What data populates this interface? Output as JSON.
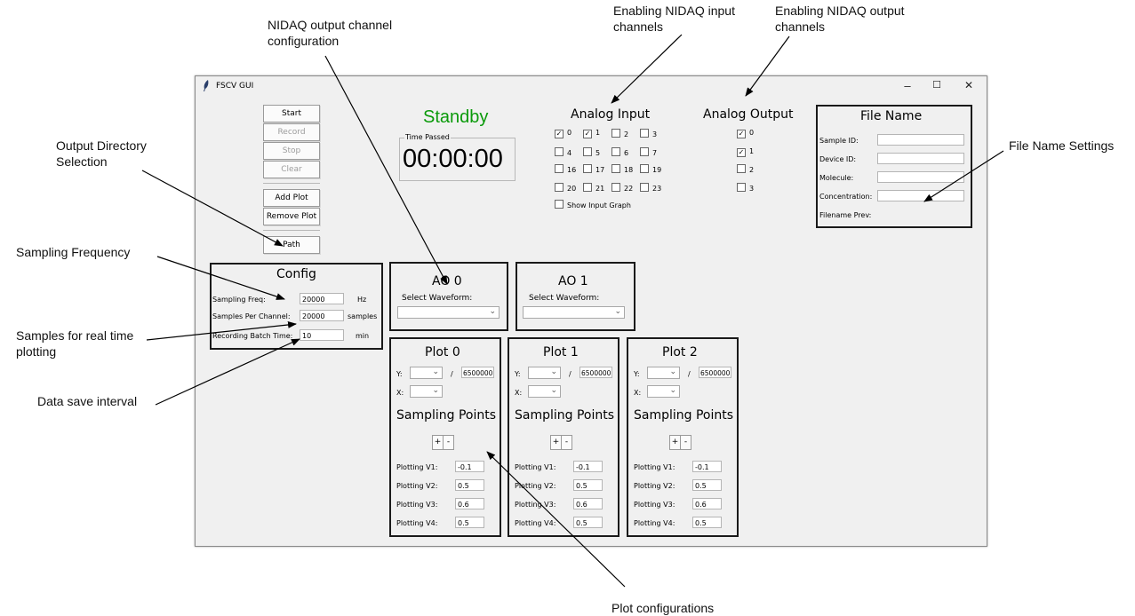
{
  "annotations": {
    "nidaq_output_channel": [
      "NIDAQ output channel",
      "configuration"
    ],
    "enabling_input": [
      "Enabling NIDAQ input",
      "channels"
    ],
    "enabling_output": [
      "Enabling NIDAQ output",
      "channels"
    ],
    "output_directory": [
      "Output Directory",
      "Selection"
    ],
    "file_name_settings": "File Name Settings",
    "sampling_frequency": "Sampling Frequency",
    "samples_realtime": [
      "Samples for real time",
      "plotting"
    ],
    "data_save_interval": "Data save interval",
    "plot_configurations": "Plot configurations"
  },
  "window": {
    "title": "FSCV GUI",
    "controls": {
      "minimize": "–",
      "maximize": "☐",
      "close": "✕"
    }
  },
  "controls": {
    "start": "Start",
    "record": "Record",
    "stop": "Stop",
    "clear": "Clear",
    "add_plot": "Add Plot",
    "remove_plot": "Remove Plot",
    "path": "Path"
  },
  "status": {
    "text": "Standby",
    "color": "#0a9a0a",
    "time_label": "Time Passed",
    "time_value": "00:00:00"
  },
  "analog_input": {
    "title": "Analog Input",
    "channels": [
      {
        "label": "0",
        "checked": true
      },
      {
        "label": "1",
        "checked": true
      },
      {
        "label": "2",
        "checked": false
      },
      {
        "label": "3",
        "checked": false
      },
      {
        "label": "4",
        "checked": false
      },
      {
        "label": "5",
        "checked": false
      },
      {
        "label": "6",
        "checked": false
      },
      {
        "label": "7",
        "checked": false
      },
      {
        "label": "16",
        "checked": false
      },
      {
        "label": "17",
        "checked": false
      },
      {
        "label": "18",
        "checked": false
      },
      {
        "label": "19",
        "checked": false
      },
      {
        "label": "20",
        "checked": false
      },
      {
        "label": "21",
        "checked": false
      },
      {
        "label": "22",
        "checked": false
      },
      {
        "label": "23",
        "checked": false
      }
    ],
    "show_graph": "Show Input Graph"
  },
  "analog_output": {
    "title": "Analog Output",
    "channels": [
      {
        "label": "0",
        "checked": true
      },
      {
        "label": "1",
        "checked": true
      },
      {
        "label": "2",
        "checked": false
      },
      {
        "label": "3",
        "checked": false
      }
    ]
  },
  "file_name": {
    "title": "File Name",
    "sample_id": "Sample ID:",
    "device_id": "Device ID:",
    "molecule": "Molecule:",
    "concentration": "Concentration:",
    "preview": "Filename Prev:"
  },
  "config": {
    "title": "Config",
    "sampling_freq_label": "Sampling Freq:",
    "sampling_freq_value": "20000",
    "sampling_freq_unit": "Hz",
    "samples_per_channel_label": "Samples Per Channel:",
    "samples_per_channel_value": "20000",
    "samples_per_channel_unit": "samples",
    "batch_time_label": "Recording Batch Time:",
    "batch_time_value": "10",
    "batch_time_unit": "min"
  },
  "ao": [
    {
      "title": "AO 0",
      "select_label": "Select Waveform:"
    },
    {
      "title": "AO 1",
      "select_label": "Select Waveform:"
    }
  ],
  "plots": [
    {
      "title": "Plot 0",
      "y_label": "Y:",
      "x_label": "X:",
      "slash": "/",
      "y_max": "6500000",
      "sp_title": "Sampling Points",
      "plus": "+",
      "minus": "-",
      "v_labels": [
        "Plotting V1:",
        "Plotting V2:",
        "Plotting V3:",
        "Plotting V4:"
      ],
      "v_values": [
        "-0.1",
        "0.5",
        "0.6",
        "0.5"
      ]
    },
    {
      "title": "Plot 1",
      "y_label": "Y:",
      "x_label": "X:",
      "slash": "/",
      "y_max": "6500000",
      "sp_title": "Sampling Points",
      "plus": "+",
      "minus": "-",
      "v_labels": [
        "Plotting V1:",
        "Plotting V2:",
        "Plotting V3:",
        "Plotting V4:"
      ],
      "v_values": [
        "-0.1",
        "0.5",
        "0.6",
        "0.5"
      ]
    },
    {
      "title": "Plot 2",
      "y_label": "Y:",
      "x_label": "X:",
      "slash": "/",
      "y_max": "6500000",
      "sp_title": "Sampling Points",
      "plus": "+",
      "minus": "-",
      "v_labels": [
        "Plotting V1:",
        "Plotting V2:",
        "Plotting V3:",
        "Plotting V4:"
      ],
      "v_values": [
        "-0.1",
        "0.5",
        "0.6",
        "0.5"
      ]
    }
  ]
}
